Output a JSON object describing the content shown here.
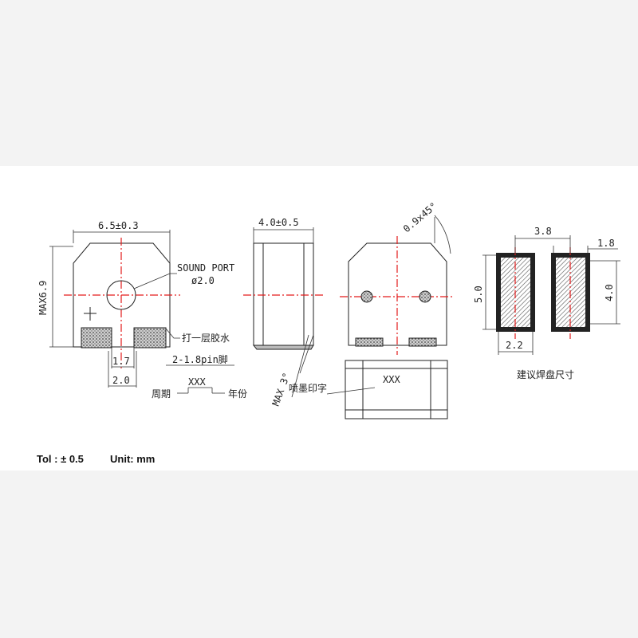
{
  "front_view": {
    "width_label": "6.5±0.3",
    "height_label": "MAX6.9",
    "port_label": "SOUND PORT",
    "port_diameter": "ø2.0",
    "glue_note": "打一层胶水",
    "pin_note": "2-1.8pin脚",
    "pitch_inner": "1.7",
    "pitch_outer": "2.0",
    "code_text": "XXX",
    "week_label": "周期",
    "year_label": "年份"
  },
  "side_view": {
    "width_label": "4.0±0.5",
    "angle_label": "MAX 3°"
  },
  "back_view": {
    "chamfer_label": "0.9x45°",
    "print_note": "喷墨印字",
    "print_code": "XXX"
  },
  "pad_layout": {
    "pitch_label": "3.8",
    "pad_width_label": "1.8",
    "height_label": "5.0",
    "pad_height_label": "4.0",
    "pad_gap_label": "2.2",
    "caption": "建议焊盘尺寸"
  },
  "footer": {
    "tolerance": "Tol : ± 0.5",
    "unit": "Unit: mm"
  }
}
